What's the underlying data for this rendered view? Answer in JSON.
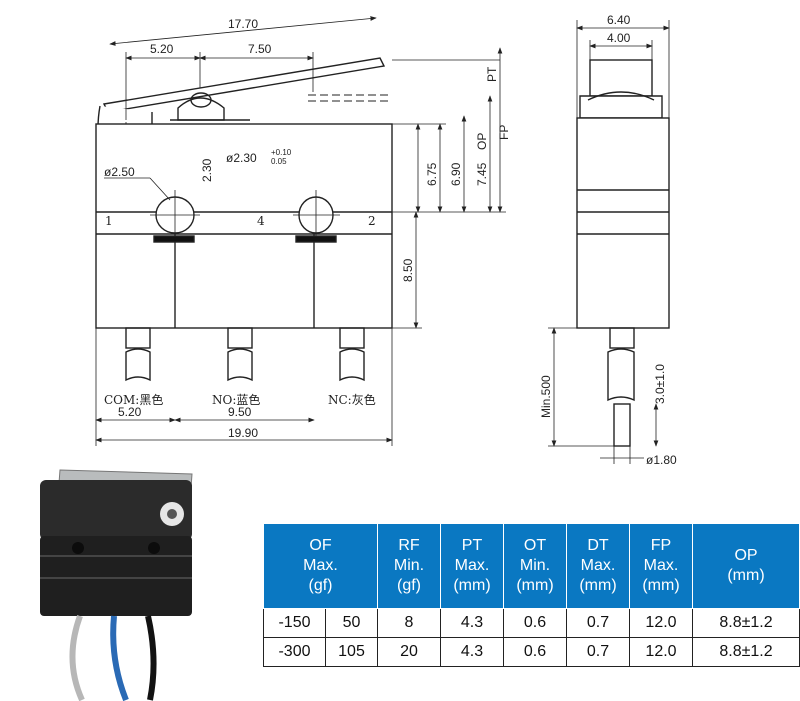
{
  "drawing": {
    "dims": {
      "overall_lever": "17.70",
      "pivot_to_button": "5.20",
      "button_to_lever": "7.50",
      "hole_dia": "ø2.50",
      "hole_tol_left": "2.30",
      "tol_upper": "+0.10",
      "tol_lower": "0.05",
      "hole_tol_right": "ø2.30",
      "d_675": "6.75",
      "d_690": "6.90",
      "d_745": "7.45",
      "op": "OP",
      "pt": "PT",
      "fp": "FP",
      "body_h": "8.50",
      "term_pitch1": "5.20",
      "term_pitch2": "9.50",
      "overall_w": "19.90",
      "side_w": "6.40",
      "side_btn_w": "4.00",
      "lead_len": "Min.500",
      "lead_tip": "3.0±1.0",
      "lead_dia": "ø1.80"
    },
    "terminals": {
      "t1": "1",
      "t4": "4",
      "t2": "2",
      "com": "COM:黑色",
      "no": "NO:蓝色",
      "nc": "NC:灰色"
    }
  },
  "table": {
    "headers": [
      {
        "lines": [
          "OF",
          "Max.",
          "(gf)"
        ]
      },
      {
        "lines": [
          "RF",
          "Min.",
          "(gf)"
        ]
      },
      {
        "lines": [
          "PT",
          "Max.",
          "(mm)"
        ]
      },
      {
        "lines": [
          "OT",
          "Min.",
          "(mm)"
        ]
      },
      {
        "lines": [
          "DT",
          "Max.",
          "(mm)"
        ]
      },
      {
        "lines": [
          "FP",
          "Max.",
          "(mm)"
        ]
      },
      {
        "lines": [
          "OP",
          "(mm)"
        ]
      }
    ],
    "rows": [
      [
        "-150",
        "50",
        "8",
        "4.3",
        "0.6",
        "0.7",
        "12.0",
        "8.8±1.2"
      ],
      [
        "-300",
        "105",
        "20",
        "4.3",
        "0.6",
        "0.7",
        "12.0",
        "8.8±1.2"
      ]
    ],
    "header_color": "#0a78c2"
  }
}
